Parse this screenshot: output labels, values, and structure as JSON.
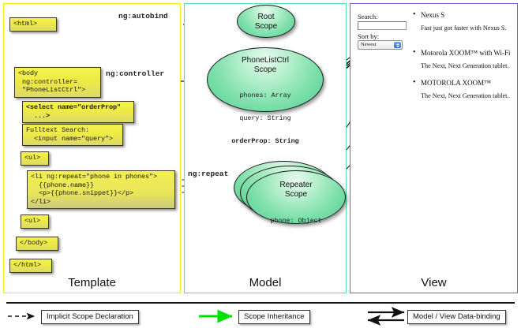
{
  "columns": [
    {
      "key": "template",
      "label": "Template",
      "border_color": "#f2ea1c"
    },
    {
      "key": "model",
      "label": "Model",
      "border_color": "#4fe6a8"
    },
    {
      "key": "view",
      "label": "View",
      "border_color": "#6f5fe0"
    }
  ],
  "template": {
    "boxes": [
      {
        "id": "html-open",
        "text": "<html>"
      },
      {
        "id": "body-open",
        "text": "<body\n ng:controller=\n \"PhoneListCtrl\">"
      },
      {
        "id": "select-tag",
        "text": "<select name=\"orderProp\"\n  ...>"
      },
      {
        "id": "fulltext",
        "text": "Fulltext Search:\n  <input name=\"query\">"
      },
      {
        "id": "ul-open",
        "text": "<ul>"
      },
      {
        "id": "li-repeat",
        "text": "<li ng:repeat=\"phone in phones\">\n  {{phone.name}}\n  <p>{{phone.snippet}}</p>\n</li>"
      },
      {
        "id": "ul-close",
        "text": "<ul>"
      },
      {
        "id": "body-close",
        "text": "</body>"
      },
      {
        "id": "html-close",
        "text": "</html>"
      }
    ]
  },
  "model": {
    "scopes": [
      {
        "id": "root-scope",
        "title": "Root\nScope",
        "title_lines": [
          "Root",
          "Scope"
        ],
        "props": []
      },
      {
        "id": "phonelistctrl-scope",
        "title": "PhoneListCtrl Scope",
        "title_lines": [
          "PhoneListCtrl",
          "Scope"
        ],
        "props": [
          "phones: Array",
          "query: String",
          "orderProp: String"
        ],
        "bold_props": [
          "orderProp: String"
        ]
      },
      {
        "id": "repeater-scope",
        "title": "Repeater Scope",
        "title_lines": [
          "Repeater",
          "Scope"
        ],
        "props": [
          "phone: Object"
        ]
      }
    ]
  },
  "edges": {
    "autobind": "ng:autobind",
    "controller": "ng:controller",
    "repeat": "ng:repeat"
  },
  "view": {
    "search_label": "Search:",
    "search_value": "",
    "sort_label": "Sort by:",
    "sort_selected": "Newest",
    "phones": [
      {
        "name": "Nexus S",
        "snippet": "Fast just got faster with Nexus S."
      },
      {
        "name": "Motorola XOOM™ with Wi-Fi",
        "snippet": "The Next, Next Generation tablet."
      },
      {
        "name": "MOTOROLA XOOM™",
        "snippet": "The Next, Next Generation tablet."
      }
    ]
  },
  "legend": [
    {
      "id": "implicit-scope-declaration",
      "label": "Implicit Scope Declaration",
      "style": "dashed-arrow",
      "color": "#111111"
    },
    {
      "id": "scope-inheritance",
      "label": "Scope Inheritance",
      "style": "solid-arrow",
      "color": "#00e000"
    },
    {
      "id": "model-view-data-binding",
      "label": "Model / View Data-binding",
      "style": "double-arrow",
      "color": "#111111"
    }
  ]
}
